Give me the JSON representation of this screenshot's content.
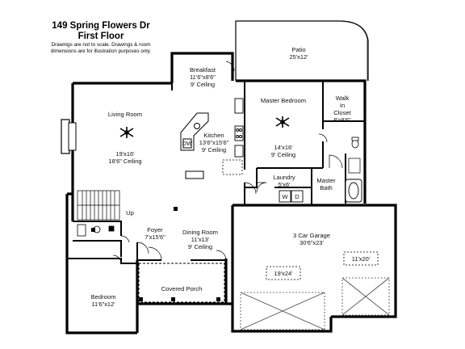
{
  "header": {
    "address": "149 Spring Flowers Dr",
    "floor": "First Floor",
    "disclaimer_line1": "Drawings are not to scale. Drawings & room",
    "disclaimer_line2": "dimensions are for illustration purposes only."
  },
  "rooms": {
    "patio": {
      "name": "Patio",
      "dims": "25'x12'"
    },
    "breakfast": {
      "name": "Breakfast",
      "dims": "11'6\"x8'6\"",
      "ceiling": "9' Ceiling"
    },
    "living": {
      "name": "Living Room",
      "dims": "19'x16'",
      "ceiling": "18'6\" Ceiling"
    },
    "kitchen": {
      "name": "Kitchen",
      "dims": "13'6\"x15'6\"",
      "ceiling": "9' Ceiling"
    },
    "master": {
      "name": "Master Bedroom",
      "dims": "14'x16'",
      "ceiling": "9' Ceiling"
    },
    "closet": {
      "name_line1": "Walk",
      "name_line2": "In",
      "name_line3": "Closet",
      "dims": "8'x8'6\""
    },
    "laundry": {
      "name": "Laundry",
      "dims": "5'x6'"
    },
    "master_bath": {
      "name_line1": "Master",
      "name_line2": "Bath"
    },
    "foyer": {
      "name": "Foyer",
      "dims": "7'x15'6\""
    },
    "dining": {
      "name": "Dining Room",
      "dims": "11'x13'",
      "ceiling": "9' Ceiling"
    },
    "garage": {
      "name": "3 Car Garage",
      "dims": "30'6\"x23'"
    },
    "porch": {
      "name": "Covered Porch"
    },
    "bedroom": {
      "name": "Bedroom",
      "dims": "11'6\"x12'"
    }
  },
  "annotations": {
    "stairs_up": "Up",
    "dw": "DW",
    "washer": "W",
    "dryer": "D",
    "garage_bay_a": "19'x24'",
    "garage_bay_b": "11'x20'"
  }
}
